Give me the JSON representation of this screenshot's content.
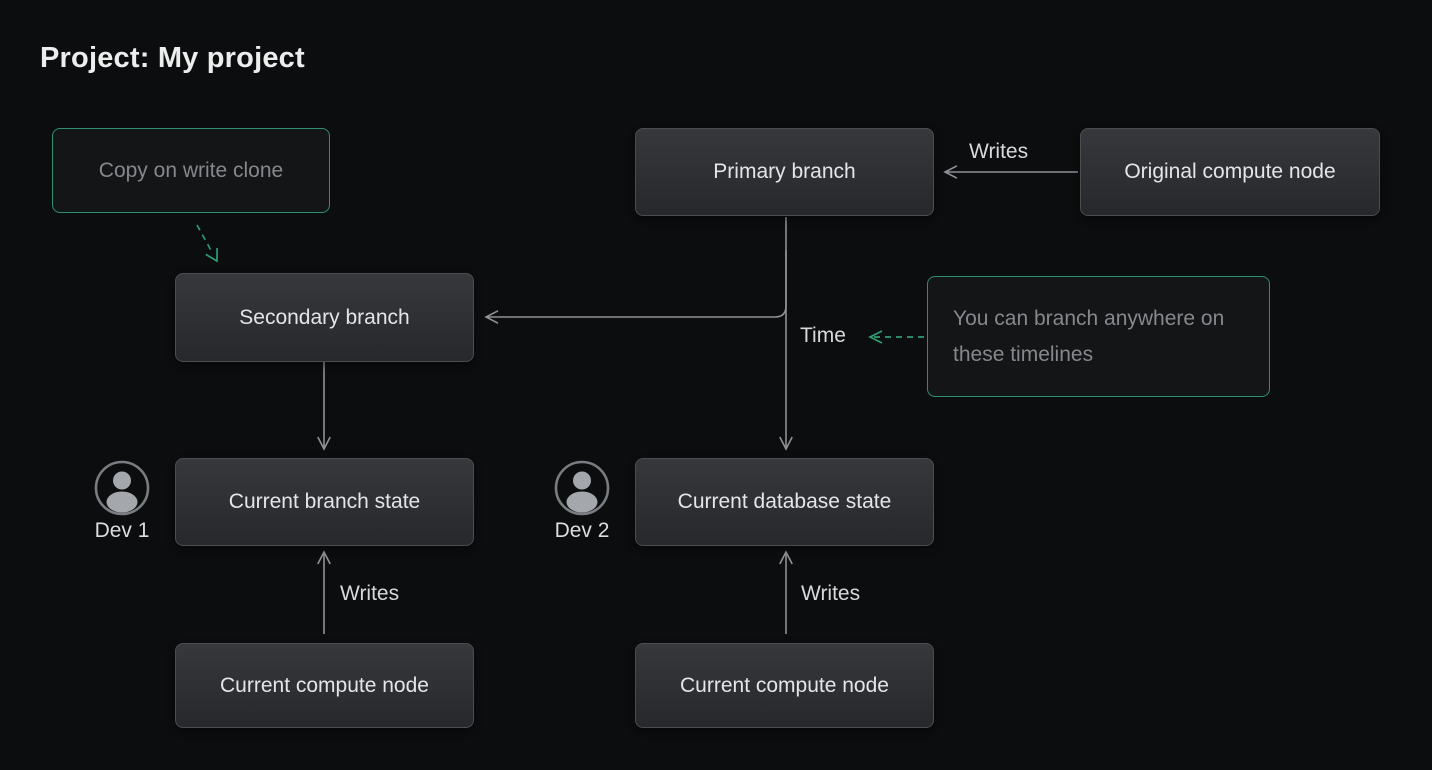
{
  "title": "Project: My project",
  "nodes": {
    "copy_on_write_clone": {
      "label": "Copy on write clone"
    },
    "primary_branch": {
      "label": "Primary branch"
    },
    "original_compute_node": {
      "label": "Original compute node"
    },
    "secondary_branch": {
      "label": "Secondary branch"
    },
    "branch_note": {
      "label": "You can branch anywhere on these timelines"
    },
    "current_branch_state": {
      "label": "Current branch state"
    },
    "current_database_state": {
      "label": "Current database state"
    },
    "current_compute_node_left": {
      "label": "Current compute node"
    },
    "current_compute_node_right": {
      "label": "Current compute node"
    }
  },
  "edge_labels": {
    "writes_top": "Writes",
    "writes_left": "Writes",
    "writes_right": "Writes",
    "time": "Time"
  },
  "avatars": {
    "dev1": {
      "label": "Dev 1"
    },
    "dev2": {
      "label": "Dev 2"
    }
  },
  "colors": {
    "background": "#0c0d0e",
    "node_background_top": "#36383c",
    "node_background_bottom": "#26282b",
    "node_border": "#4a4d51",
    "node_text": "#e4e5e7",
    "green_accent": "#2f8e6b",
    "green_arrow": "#2f9e74",
    "arrow_gray": "#8f9296",
    "muted_text": "#85888c",
    "title_text": "#eceded"
  }
}
